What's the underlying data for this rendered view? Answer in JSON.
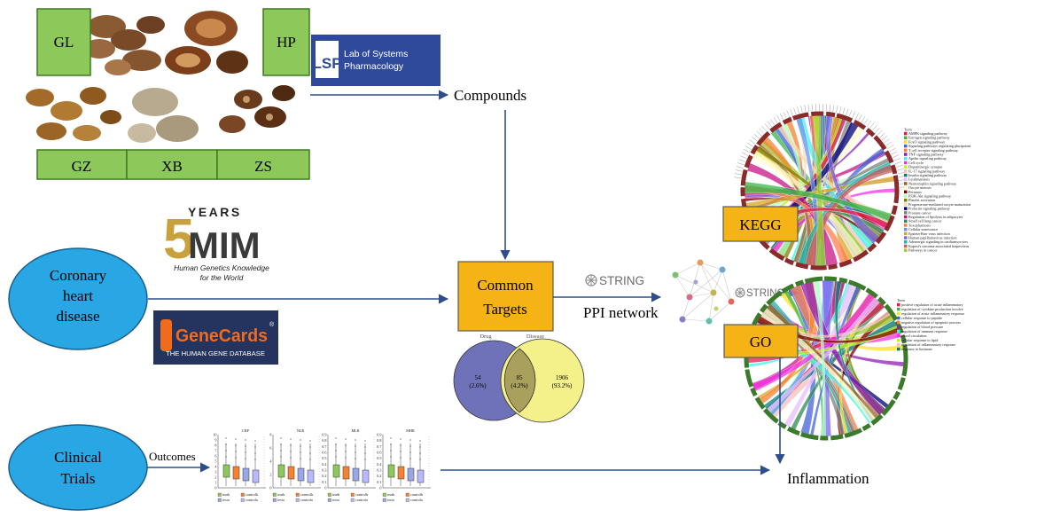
{
  "herbs": {
    "gl": "GL",
    "hp": "HP",
    "gz": "GZ",
    "xb": "XB",
    "zs": "ZS"
  },
  "lsp": {
    "mark": "LSP",
    "line1": "Lab of Systems",
    "line2": "Pharmacology"
  },
  "compounds_label": "Compounds",
  "omim": {
    "years": "YEARS",
    "five": "5",
    "brand": "MIM",
    "tag1": "Human Genetics Knowledge",
    "tag2": "for the World"
  },
  "genecards": {
    "brand": "GeneCards",
    "reg": "®",
    "tagline": "THE HUMAN GENE DATABASE"
  },
  "chd": {
    "line1": "Coronary",
    "line2": "heart",
    "line3": "disease"
  },
  "common_targets": {
    "line1": "Common",
    "line2": "Targets"
  },
  "string_label": "STRING",
  "ppi_label": "PPI network",
  "kegg_label": "KEGG",
  "go_label": "GO",
  "venn": {
    "left_label": "Drug",
    "right_label": "Disease",
    "left_count": "54",
    "left_pct": "(2.6%)",
    "mid_count": "85",
    "mid_pct": "(4.2%)",
    "right_count": "1906",
    "right_pct": "(93.2%)"
  },
  "clinical": {
    "line1": "Clinical",
    "line2": "Trials"
  },
  "outcomes_label": "Outcomes",
  "inflammation_label": "Inflammation",
  "boxplots": {
    "panels": [
      {
        "title": "CRP",
        "ticks": [
          "10",
          "9",
          "8",
          "7",
          "6",
          "5",
          "4",
          "3",
          "2",
          "1",
          "0"
        ]
      },
      {
        "title": "NLR",
        "ticks": [
          "8",
          "6",
          "4",
          "2",
          "0"
        ]
      },
      {
        "title": "MLR",
        "ticks": [
          "0.9",
          "0.8",
          "0.7",
          "0.6",
          "0.5",
          "0.4",
          "0.3",
          "0.2",
          "0.1",
          "0"
        ]
      },
      {
        "title": "MHR",
        "ticks": [
          "0.9",
          "0.8",
          "0.7",
          "0.6",
          "0.5",
          "0.4",
          "0.3",
          "0.2",
          "0.1",
          "0"
        ]
      }
    ],
    "legend": [
      "teath",
      "controlh",
      "testa",
      "controla"
    ]
  },
  "kegg_legend": {
    "title": "Term",
    "items": [
      "AMPK signaling pathway",
      "Estrogen signaling pathway",
      "FoxO signaling pathway",
      "Signaling pathways regulating pluripotent",
      "T cell receptor signaling pathway",
      "TNF signaling pathway",
      "Apelin signaling pathway",
      "Cell cycle",
      "Dopaminergic synapse",
      "IL-17 signaling pathway",
      "Insulin signaling pathway",
      "Leishmaniasis",
      "Neurotrophin signaling pathway",
      "Oocyte meiosis",
      "Pertussis",
      "PI3K-Akt signaling pathway",
      "Platelet activation",
      "Progesterone-mediated oocyte maturation",
      "Prolactin signaling pathway",
      "Prostate cancer",
      "Regulation of lipolysis in adipocytes",
      "Small cell lung cancer",
      "Toxoplasmosis",
      "Cellular senescence",
      "Epstein-Barr virus infection",
      "Human papillomavirus infection",
      "Adrenergic signaling in cardiomyocytes",
      "Kaposi's sarcoma-associated herpesvirus",
      "Pathways in cancer"
    ]
  },
  "go_legend": {
    "title": "Term",
    "items": [
      "positive regulation of acute inflammatory",
      "regulation of cytokine production involve",
      "regulation of acute inflammatory response",
      "cellular response to peptide",
      "negative regulation of apoptotic process",
      "regulation of blood pressure",
      "regulation of immune response",
      "blood circulation",
      "cellular response to lipid",
      "regulation of inflammatory response",
      "response to hormone"
    ]
  },
  "colors": {
    "herb_box": "#8dc95a",
    "herb_border": "#3f7a1e",
    "target_box": "#f6b316",
    "oval": "#29a7e4",
    "arrow": "#2d4e8a",
    "lsp_bg": "#2f4a9a",
    "venn_left": "#6f72b9",
    "venn_right": "#f4f08a",
    "venn_overlap": "#a9a05e",
    "genecards_bg": "#24345f",
    "genecards_orange": "#f26a1c",
    "omim_gold": "#c8a13c"
  }
}
